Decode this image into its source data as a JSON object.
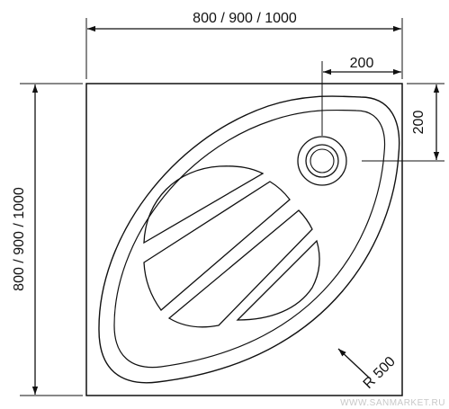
{
  "dimensions": {
    "width_label": "800 / 900 / 1000",
    "height_label": "800 / 900 / 1000",
    "drain_offset_x_label": "200",
    "drain_offset_y_label": "200",
    "radius_label": "R 500"
  },
  "watermark": "WWW.SANMARKET.RU",
  "colors": {
    "line": "#111111",
    "background": "#ffffff",
    "watermark": "#c8c8c8"
  }
}
